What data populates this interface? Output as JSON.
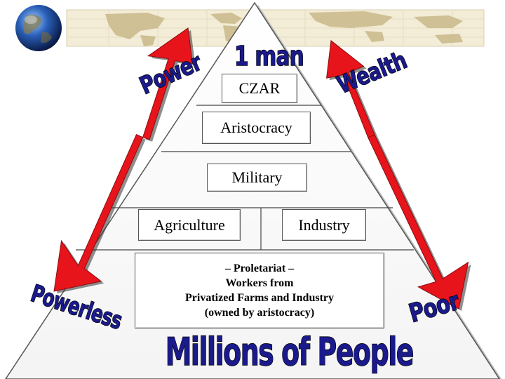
{
  "pyramid": {
    "apex_label": "1 man",
    "tiers": [
      {
        "label": "CZAR"
      },
      {
        "label": "Aristocracy"
      },
      {
        "label": "Military"
      },
      {
        "label": "Agriculture"
      },
      {
        "label": "Industry"
      }
    ],
    "base_box": {
      "lines": [
        "– Proletariat –",
        "Workers from",
        "Privatized Farms and Industry",
        "(owned by aristocracy)"
      ]
    },
    "base_label": "Millions of People"
  },
  "arrows": {
    "left_top": "Power",
    "left_bottom": "Powerless",
    "right_top": "Wealth",
    "right_bottom": "Poor"
  },
  "colors": {
    "label_fill": "#1a1a8c",
    "arrow_fill": "#e8141b",
    "map_land": "#c9b98a",
    "map_bg": "#f3ecd6"
  },
  "icons": {
    "globe": "globe-icon"
  }
}
